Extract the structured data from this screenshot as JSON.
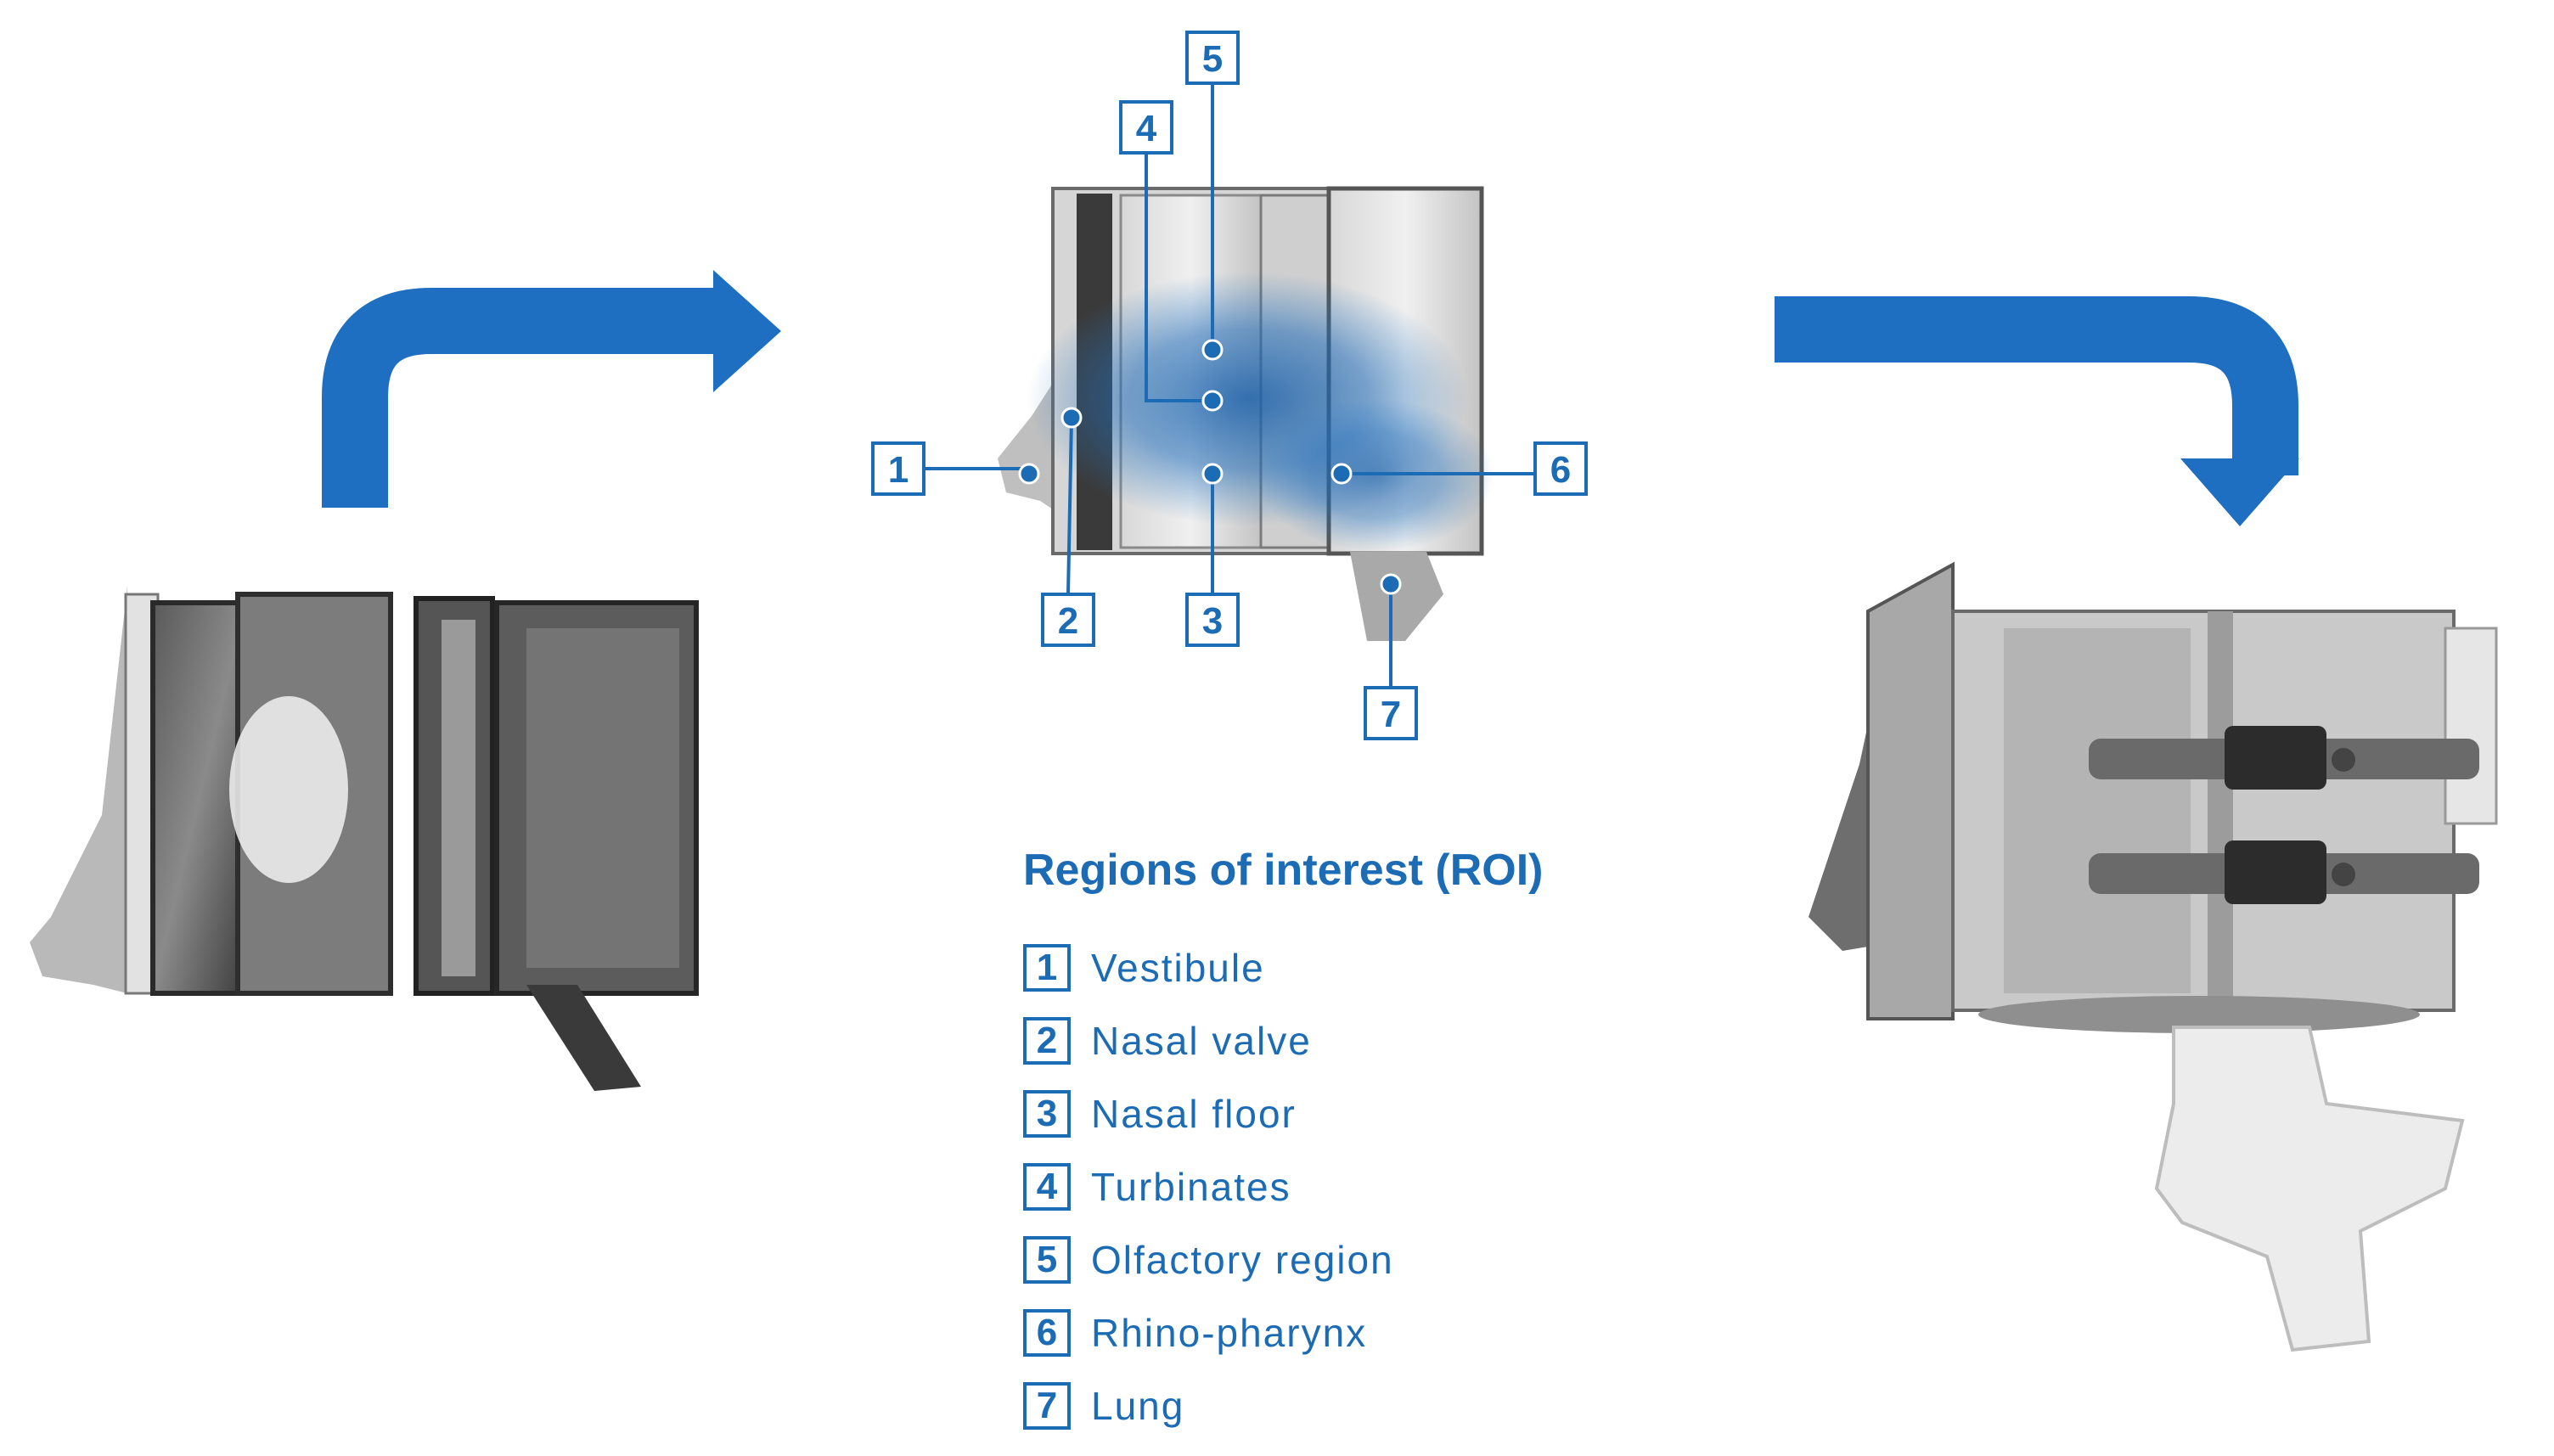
{
  "legend": {
    "title": "Regions of interest (ROI)",
    "items": [
      {
        "num": "1",
        "label": "Vestibule"
      },
      {
        "num": "2",
        "label": "Nasal valve"
      },
      {
        "num": "3",
        "label": "Nasal floor"
      },
      {
        "num": "4",
        "label": "Turbinates"
      },
      {
        "num": "5",
        "label": "Olfactory region"
      },
      {
        "num": "6",
        "label": "Rhino-pharynx"
      },
      {
        "num": "7",
        "label": "Lung"
      }
    ]
  },
  "callouts": [
    "1",
    "2",
    "3",
    "4",
    "5",
    "6",
    "7"
  ],
  "colors": {
    "accent": "#1c6bb5",
    "arrow": "#1e6fc1"
  }
}
